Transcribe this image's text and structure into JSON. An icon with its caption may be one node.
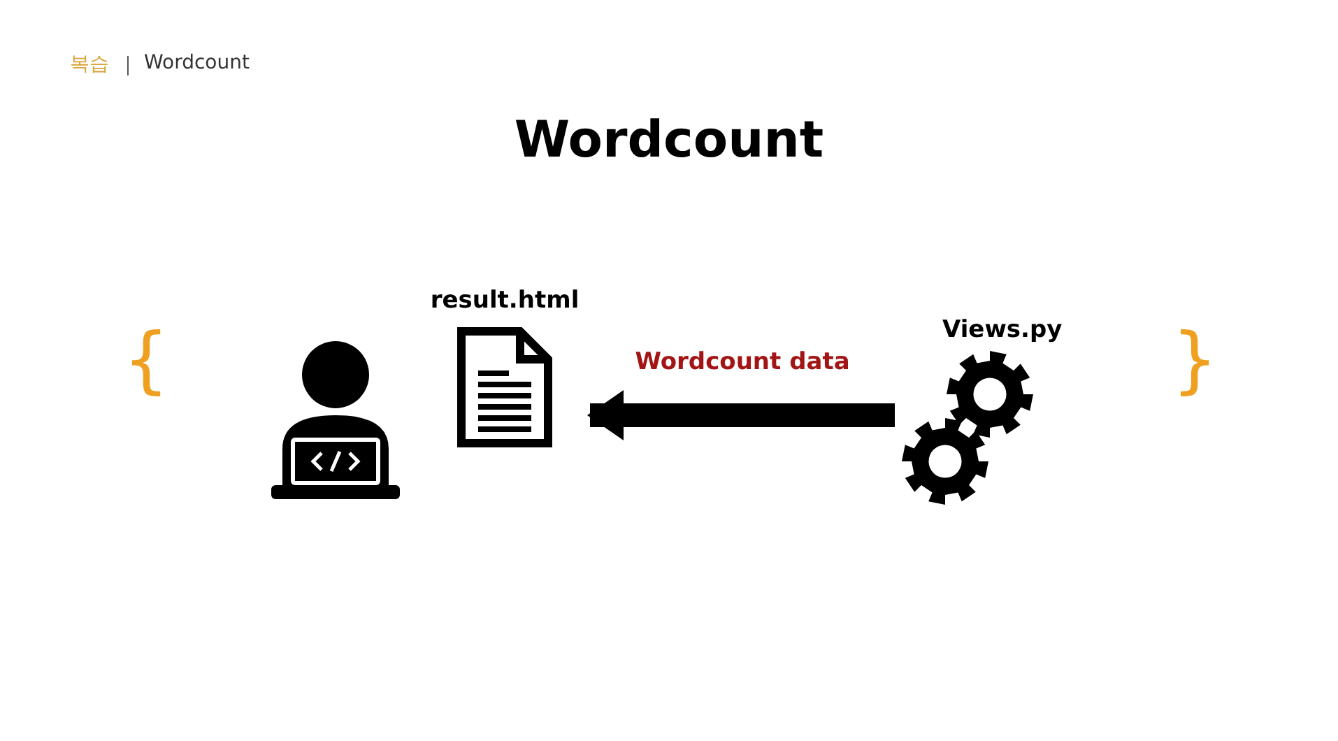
{
  "diagram": {
    "title": "Wordcount",
    "nodes": [
      {
        "text": [],
        "shape": "person"
      },
      {
        "text": [
          "result.html"
        ]
      },
      {
        "text": [
          "Views.py"
        ]
      }
    ],
    "edges": [
      {
        "from": 2,
        "to": 1,
        "arrow": "to",
        "label": "Wordcount data"
      }
    ],
    "labels": [
      "복습",
      "Wordcount",
      "{",
      "}"
    ]
  }
}
